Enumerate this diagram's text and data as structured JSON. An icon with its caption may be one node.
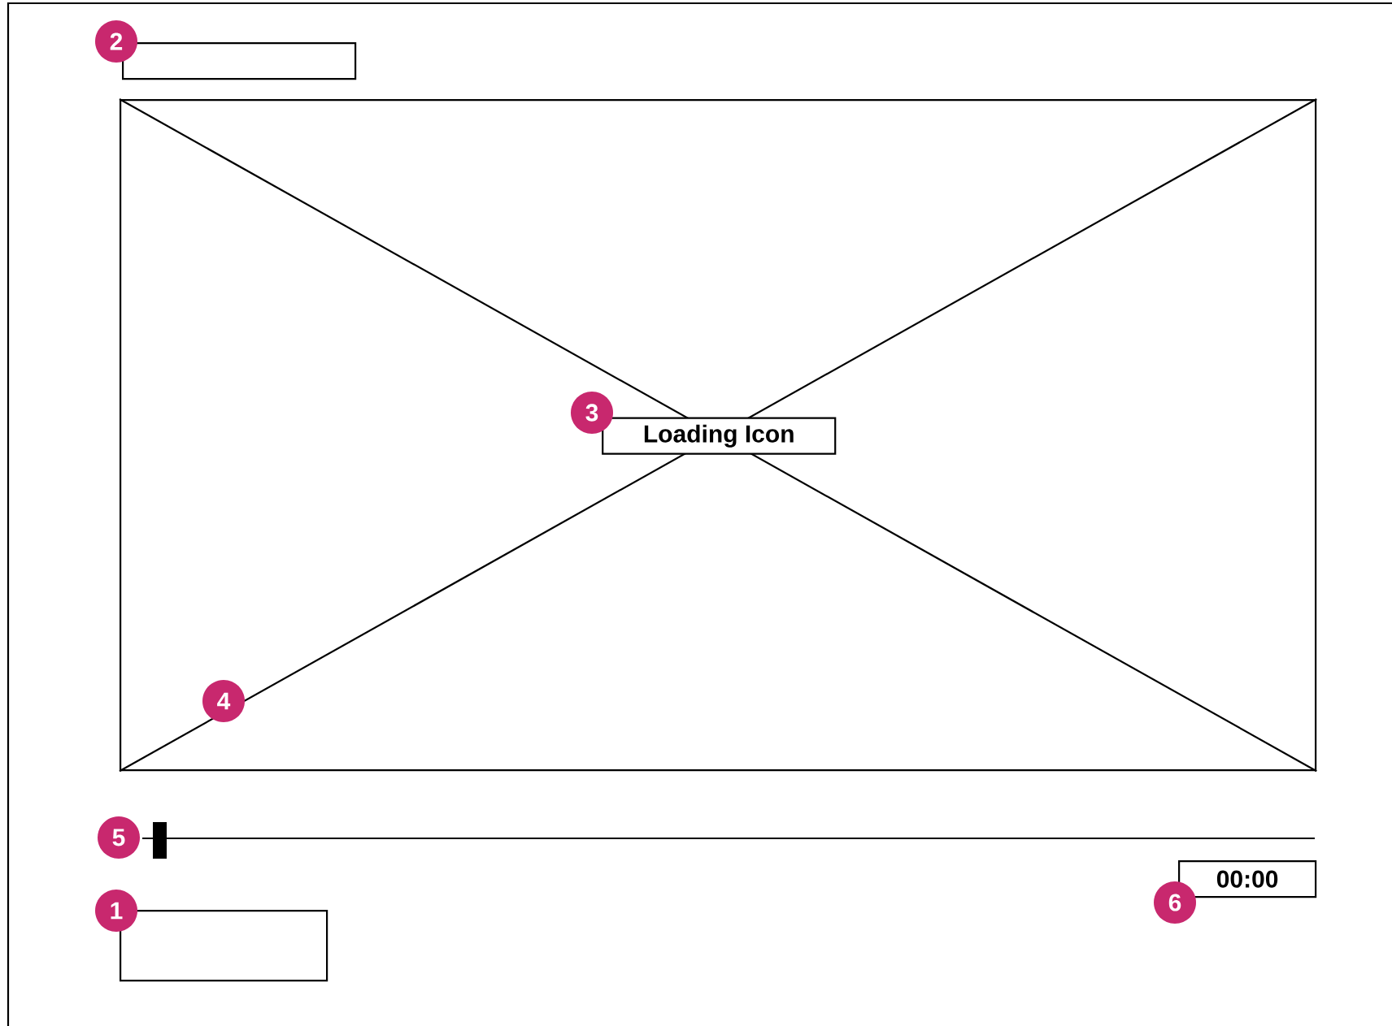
{
  "diagram": {
    "nodes": [
      {
        "text": [],
        "shape": "box"
      },
      {
        "text": [],
        "shape": "box"
      },
      {
        "text": [
          "Loading Icon"
        ],
        "in": 1
      },
      {
        "text": [
          "00:00"
        ]
      },
      {
        "text": [],
        "shape": "box"
      }
    ],
    "labels": [
      "2",
      "3",
      "4",
      "5",
      "6",
      "1"
    ]
  }
}
